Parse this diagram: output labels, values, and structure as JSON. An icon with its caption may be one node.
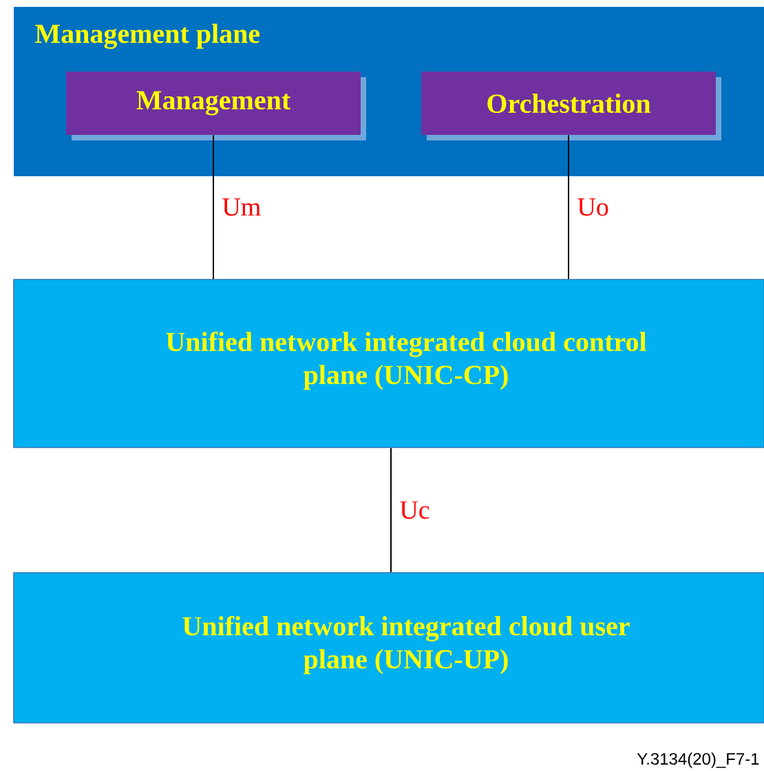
{
  "diagram": {
    "nodes": [
      {
        "text": [
          "Management plane"
        ]
      },
      {
        "text": [
          "Management"
        ],
        "in": 0
      },
      {
        "text": [
          "Orchestration"
        ],
        "in": 0
      },
      {
        "text": [
          "Unified network integrated cloud control plane (UNIC-CP)"
        ]
      },
      {
        "text": [
          "Unified network integrated cloud user plane (UNIC-UP)"
        ]
      }
    ],
    "edges": [
      {
        "from": 1,
        "to": 3,
        "arrow": "none",
        "label": "Um"
      },
      {
        "from": 2,
        "to": 3,
        "arrow": "none",
        "label": "Uo"
      },
      {
        "from": 3,
        "to": 4,
        "arrow": "none",
        "label": "Uc"
      }
    ],
    "labels": [
      "Y.3134(20)_F7-1"
    ]
  }
}
